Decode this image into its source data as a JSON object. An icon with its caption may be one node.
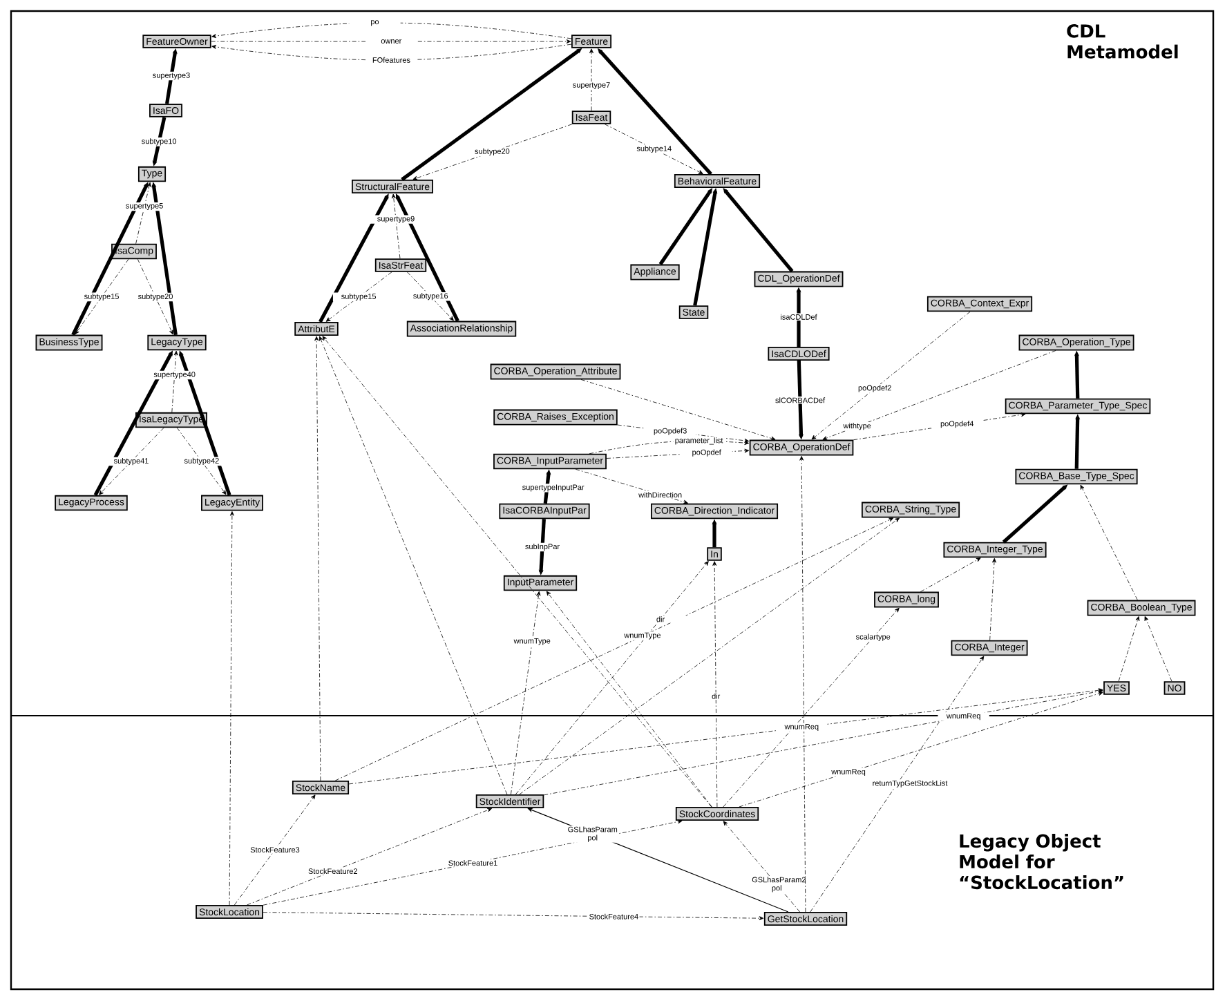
{
  "diagram": {
    "nodes": [
      {
        "text": [
          "FeatureOwner"
        ]
      },
      {
        "text": [
          "Feature"
        ]
      },
      {
        "text": [
          "IsaFO"
        ]
      },
      {
        "text": [
          "Type"
        ]
      },
      {
        "text": [
          "IsaComp"
        ]
      },
      {
        "text": [
          "BusinessType"
        ]
      },
      {
        "text": [
          "LegacyType"
        ]
      },
      {
        "text": [
          "IsaLegacyType"
        ]
      },
      {
        "text": [
          "LegacyProcess"
        ]
      },
      {
        "text": [
          "LegacyEntity"
        ]
      },
      {
        "text": [
          "IsaFeat"
        ]
      },
      {
        "text": [
          "StructuralFeature"
        ]
      },
      {
        "text": [
          "BehavioralFeature"
        ]
      },
      {
        "text": [
          "IsaStrFeat"
        ]
      },
      {
        "text": [
          "AttributE"
        ]
      },
      {
        "text": [
          "AssociationRelationship"
        ]
      },
      {
        "text": [
          "Appliance"
        ]
      },
      {
        "text": [
          "State"
        ]
      },
      {
        "text": [
          "CDL_OperationDef"
        ]
      },
      {
        "text": [
          "CORBA_Context_Expr"
        ]
      },
      {
        "text": [
          "IsaCDLODef"
        ]
      },
      {
        "text": [
          "CORBA_Operation_Type"
        ]
      },
      {
        "text": [
          "CORBA_Operation_Attribute"
        ]
      },
      {
        "text": [
          "CORBA_Raises_Exception"
        ]
      },
      {
        "text": [
          "CORBA_Parameter_Type_Spec"
        ]
      },
      {
        "text": [
          "CORBA_OperationDef"
        ]
      },
      {
        "text": [
          "CORBA_InputParameter"
        ]
      },
      {
        "text": [
          "CORBA_Base_Type_Spec"
        ]
      },
      {
        "text": [
          "IsaCORBAInputPar"
        ]
      },
      {
        "text": [
          "CORBA_Direction_Indicator"
        ]
      },
      {
        "text": [
          "CORBA_String_Type"
        ]
      },
      {
        "text": [
          "In"
        ]
      },
      {
        "text": [
          "CORBA_Integer_Type"
        ]
      },
      {
        "text": [
          "InputParameter"
        ]
      },
      {
        "text": [
          "CORBA_long"
        ]
      },
      {
        "text": [
          "CORBA_Boolean_Type"
        ]
      },
      {
        "text": [
          "CORBA_Integer"
        ]
      },
      {
        "text": [
          "YES"
        ]
      },
      {
        "text": [
          "NO"
        ]
      },
      {
        "text": [
          "StockName"
        ]
      },
      {
        "text": [
          "StockIdentifier"
        ]
      },
      {
        "text": [
          "StockCoordinates"
        ]
      },
      {
        "text": [
          "StockLocation"
        ]
      },
      {
        "text": [
          "GetStockLocation"
        ]
      }
    ],
    "edges": [
      {
        "from": 0,
        "to": 1,
        "arrow": "to",
        "label": "owner",
        "style": "dashed"
      },
      {
        "from": 1,
        "to": 0,
        "arrow": "to",
        "label": "FOfeatures",
        "style": "dashed"
      },
      {
        "from": 1,
        "to": 0,
        "arrow": "to",
        "label": "po",
        "style": "dashed"
      },
      {
        "from": 2,
        "to": 0,
        "arrow": "to",
        "label": "supertype3",
        "style": "thick"
      },
      {
        "from": 2,
        "to": 3,
        "arrow": "to",
        "label": "subtype10",
        "style": "thick"
      },
      {
        "from": 5,
        "to": 3,
        "arrow": "to",
        "style": "thick"
      },
      {
        "from": 6,
        "to": 3,
        "arrow": "to",
        "style": "thick"
      },
      {
        "from": 4,
        "to": 3,
        "arrow": "to",
        "label": "supertype5",
        "style": "dashed"
      },
      {
        "from": 4,
        "to": 5,
        "arrow": "to",
        "label": "subtype15",
        "style": "dashed"
      },
      {
        "from": 4,
        "to": 6,
        "arrow": "to",
        "label": "subtype20",
        "style": "dashed"
      },
      {
        "from": 8,
        "to": 6,
        "arrow": "to",
        "style": "thick"
      },
      {
        "from": 9,
        "to": 6,
        "arrow": "to",
        "style": "thick"
      },
      {
        "from": 7,
        "to": 6,
        "arrow": "to",
        "label": "supertype40",
        "style": "dashed"
      },
      {
        "from": 7,
        "to": 8,
        "arrow": "to",
        "label": "subtype41",
        "style": "dashed"
      },
      {
        "from": 7,
        "to": 9,
        "arrow": "to",
        "label": "subtype42",
        "style": "dashed"
      },
      {
        "from": 10,
        "to": 1,
        "arrow": "to",
        "label": "supertype7",
        "style": "dashed"
      },
      {
        "from": 11,
        "to": 1,
        "arrow": "to",
        "style": "thick"
      },
      {
        "from": 12,
        "to": 1,
        "arrow": "to",
        "style": "thick"
      },
      {
        "from": 10,
        "to": 11,
        "arrow": "to",
        "label": "subtype20",
        "style": "dashed"
      },
      {
        "from": 10,
        "to": 12,
        "arrow": "to",
        "label": "subtype14",
        "style": "dashed"
      },
      {
        "from": 14,
        "to": 11,
        "arrow": "to",
        "style": "thick"
      },
      {
        "from": 15,
        "to": 11,
        "arrow": "to",
        "style": "thick"
      },
      {
        "from": 13,
        "to": 11,
        "arrow": "to",
        "label": "supertype9",
        "style": "dashed"
      },
      {
        "from": 13,
        "to": 14,
        "arrow": "to",
        "label": "subtype15",
        "style": "dashed"
      },
      {
        "from": 13,
        "to": 15,
        "arrow": "to",
        "label": "subtype16",
        "style": "dashed"
      },
      {
        "from": 16,
        "to": 12,
        "arrow": "to",
        "style": "thick"
      },
      {
        "from": 17,
        "to": 12,
        "arrow": "to",
        "style": "thick"
      },
      {
        "from": 18,
        "to": 12,
        "arrow": "to",
        "style": "thick"
      },
      {
        "from": 20,
        "to": 18,
        "arrow": "to",
        "label": "isaCDLDef",
        "style": "thick"
      },
      {
        "from": 20,
        "to": 25,
        "arrow": "to",
        "label": "slCORBACDef",
        "style": "thick"
      },
      {
        "from": 19,
        "to": 25,
        "arrow": "to",
        "label": "poOpdef2",
        "style": "dashed"
      },
      {
        "from": 25,
        "to": 24,
        "arrow": "to",
        "label": "poOpdef4",
        "style": "dashed"
      },
      {
        "from": 21,
        "to": 25,
        "arrow": "to",
        "label": "withtype",
        "style": "dashed"
      },
      {
        "from": 24,
        "to": 21,
        "arrow": "to",
        "style": "thick"
      },
      {
        "from": 27,
        "to": 24,
        "arrow": "to",
        "style": "thick"
      },
      {
        "from": 32,
        "to": 27,
        "arrow": "to",
        "style": "thick"
      },
      {
        "from": 35,
        "to": 27,
        "arrow": "to",
        "style": "dashed"
      },
      {
        "from": 36,
        "to": 32,
        "arrow": "to",
        "style": "dashed"
      },
      {
        "from": 34,
        "to": 32,
        "arrow": "to",
        "style": "dashed"
      },
      {
        "from": 37,
        "to": 35,
        "arrow": "to",
        "style": "dashed"
      },
      {
        "from": 38,
        "to": 35,
        "arrow": "to",
        "style": "dashed"
      },
      {
        "from": 22,
        "to": 25,
        "arrow": "to",
        "style": "dashed"
      },
      {
        "from": 23,
        "to": 25,
        "arrow": "to",
        "label": "poOpdef3",
        "style": "dashed"
      },
      {
        "from": 26,
        "to": 25,
        "arrow": "to",
        "label": "poOpdef",
        "style": "dashed"
      },
      {
        "from": 26,
        "to": 25,
        "arrow": "to",
        "label": "parameter_list",
        "style": "dashed"
      },
      {
        "from": 28,
        "to": 26,
        "arrow": "to",
        "label": "supertypeInputPar",
        "style": "thick"
      },
      {
        "from": 28,
        "to": 33,
        "arrow": "to",
        "label": "subInpPar",
        "style": "thick"
      },
      {
        "from": 26,
        "to": 29,
        "arrow": "to",
        "label": "withDirection",
        "style": "dashed"
      },
      {
        "from": 31,
        "to": 29,
        "arrow": "to",
        "style": "thick"
      },
      {
        "from": 39,
        "to": 14,
        "arrow": "to",
        "style": "dashed"
      },
      {
        "from": 40,
        "to": 14,
        "arrow": "to",
        "style": "dashed"
      },
      {
        "from": 41,
        "to": 14,
        "arrow": "to",
        "style": "dashed"
      },
      {
        "from": 42,
        "to": 9,
        "arrow": "to",
        "style": "dashed"
      },
      {
        "from": 42,
        "to": 39,
        "arrow": "to",
        "label": "StockFeature3",
        "style": "dashed"
      },
      {
        "from": 42,
        "to": 40,
        "arrow": "to",
        "label": "StockFeature2",
        "style": "dashed"
      },
      {
        "from": 42,
        "to": 41,
        "arrow": "to",
        "label": "StockFeature1",
        "style": "dashed"
      },
      {
        "from": 42,
        "to": 43,
        "arrow": "to",
        "label": "StockFeature4",
        "style": "dashed"
      },
      {
        "from": 40,
        "to": 33,
        "arrow": "to",
        "label": "wnumType",
        "style": "dashed"
      },
      {
        "from": 40,
        "to": 30,
        "arrow": "to",
        "style": "dashed"
      },
      {
        "from": 40,
        "to": 31,
        "arrow": "to",
        "label": "dir",
        "style": "dashed"
      },
      {
        "from": 40,
        "to": 37,
        "arrow": "to",
        "label": "wnumReq",
        "style": "dashed"
      },
      {
        "from": 39,
        "to": 30,
        "arrow": "to",
        "label": "wnumType",
        "style": "dashed"
      },
      {
        "from": 39,
        "to": 37,
        "arrow": "to",
        "label": "wnumReq",
        "style": "dashed"
      },
      {
        "from": 41,
        "to": 33,
        "arrow": "to",
        "style": "dashed"
      },
      {
        "from": 41,
        "to": 31,
        "arrow": "to",
        "label": "dir",
        "style": "dashed"
      },
      {
        "from": 41,
        "to": 34,
        "arrow": "to",
        "label": "scalartype",
        "style": "dashed"
      },
      {
        "from": 41,
        "to": 37,
        "arrow": "to",
        "label": "wnumReq",
        "style": "dashed"
      },
      {
        "from": 43,
        "to": 25,
        "arrow": "to",
        "style": "dashed"
      },
      {
        "from": 43,
        "to": 40,
        "arrow": "to",
        "label": "GSLhasParam pol"
      },
      {
        "from": 43,
        "to": 41,
        "arrow": "to",
        "label": "GSLhasParam2 pol",
        "style": "dashed"
      },
      {
        "from": 43,
        "to": 36,
        "arrow": "to",
        "label": "returnTypGetStockList",
        "style": "dashed"
      }
    ],
    "labels": [
      "CDL Metamodel",
      "Legacy Object Model for “StockLocation”"
    ]
  }
}
